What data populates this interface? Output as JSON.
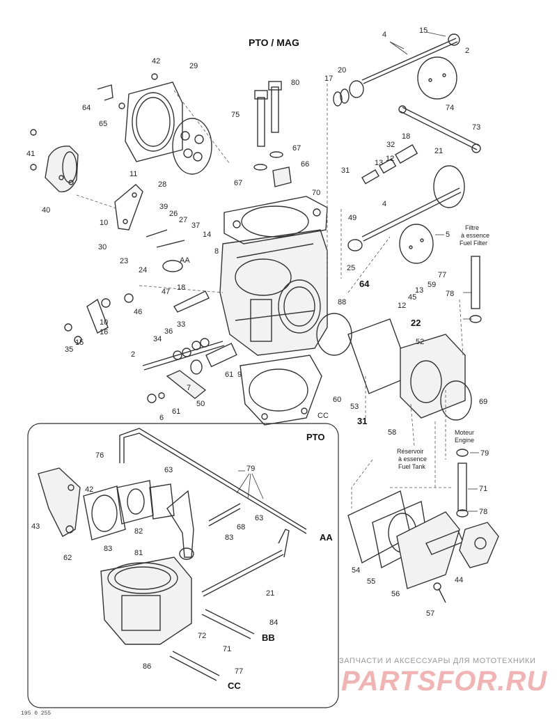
{
  "header": {
    "title": "PTO / MAG"
  },
  "inset": {
    "title": "PTO"
  },
  "reference_letters": [
    "AA",
    "BB",
    "CC"
  ],
  "notes": {
    "filter": "Filtre à essence Fuel Filter",
    "filter_lines": [
      "Filtre",
      "à essence",
      "Fuel Filter"
    ],
    "engine_lines": [
      "Moteur",
      "Engine"
    ],
    "tank_lines": [
      "Réservoir",
      "à essence",
      "Fuel Tank"
    ]
  },
  "part_numbers_main": [
    "15",
    "4",
    "2",
    "20",
    "17",
    "80",
    "42",
    "29",
    "64",
    "65",
    "75",
    "41",
    "67",
    "74",
    "73",
    "18",
    "32",
    "21",
    "13",
    "12",
    "31",
    "66",
    "11",
    "28",
    "67",
    "70",
    "4",
    "39",
    "40",
    "10",
    "26",
    "27",
    "37",
    "5",
    "49",
    "30",
    "14",
    "8",
    "25",
    "23",
    "24",
    "AA",
    "64",
    "18",
    "47",
    "46",
    "10",
    "45",
    "16",
    "15",
    "35",
    "34",
    "36",
    "33",
    "2",
    "7",
    "6",
    "61",
    "50",
    "61",
    "9",
    "88",
    "22",
    "52",
    "60",
    "53",
    "58",
    "69",
    "CC",
    "31",
    "12",
    "13",
    "59",
    "77",
    "78"
  ],
  "part_numbers_inset": [
    "76",
    "63",
    "79",
    "42",
    "43",
    "62",
    "82",
    "83",
    "81",
    "68",
    "63",
    "83",
    "AA",
    "21",
    "72",
    "71",
    "84",
    "BB",
    "86",
    "77",
    "CC"
  ],
  "part_numbers_side": [
    "79",
    "71",
    "78",
    "54",
    "55",
    "56",
    "44",
    "57"
  ],
  "footer": {
    "code": "195 0 255",
    "shop_line": "ЗАПЧАСТИ И АКСЕССУАРЫ ДЛЯ МОТОТЕХНИКИ",
    "brand": "PARTSFOR.RU"
  },
  "colors": {
    "ink": "#222222",
    "watermark_text": "#999999",
    "brand": "#f3b3b3"
  }
}
